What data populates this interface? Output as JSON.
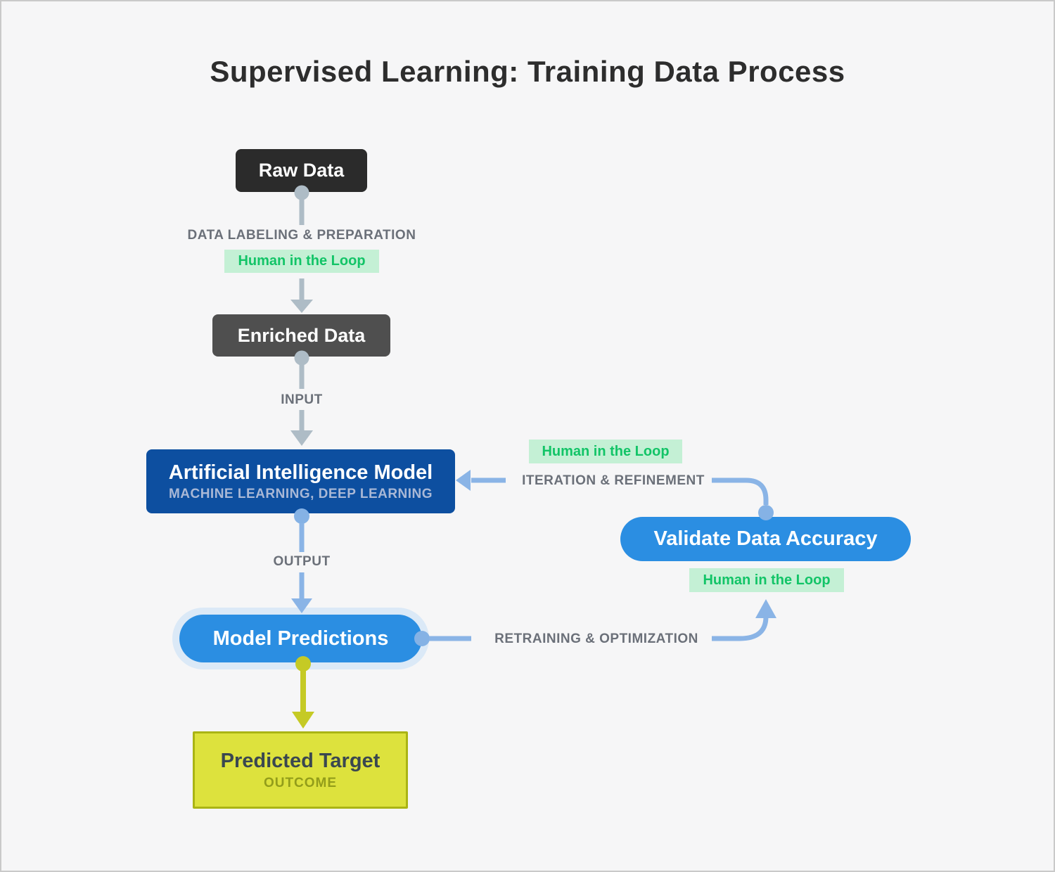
{
  "title": "Supervised Learning: Training Data Process",
  "nodes": {
    "raw_data": {
      "label": "Raw Data"
    },
    "enriched_data": {
      "label": "Enriched Data"
    },
    "ai_model": {
      "label": "Artificial Intelligence Model",
      "sublabel": "MACHINE LEARNING, DEEP LEARNING"
    },
    "validate": {
      "label": "Validate Data Accuracy"
    },
    "model_predictions": {
      "label": "Model Predictions"
    },
    "predicted_target": {
      "label": "Predicted Target",
      "sublabel": "OUTCOME"
    }
  },
  "edge_labels": {
    "labeling": "DATA LABELING & PREPARATION",
    "input": "INPUT",
    "iteration": "ITERATION & REFINEMENT",
    "output": "OUTPUT",
    "retraining": "RETRAINING & OPTIMIZATION"
  },
  "badge_label": "Human in the Loop",
  "colors": {
    "background": "#f6f6f7",
    "canvas_border": "#c9c9c9",
    "title_text": "#2d2d2d",
    "raw_data_bg": "#2b2b2b",
    "enriched_data_bg": "#4f4f4f",
    "node_text": "#ffffff",
    "gray_connector": "#aebcc6",
    "edge_label_text": "#6b7079",
    "hitl_badge_bg": "#c4f0d5",
    "hitl_badge_text": "#12c467",
    "ai_model_bg": "#0d4fa0",
    "ai_model_subtext": "#a9b8d6",
    "blue_connector": "#8ab4e6",
    "blue_pill_bg": "#2b8ee2",
    "predictions_halo": "#dbe9f7",
    "olive_connector": "#c5ca25",
    "predicted_target_bg": "#dde23d",
    "predicted_target_border": "#aab414",
    "predicted_target_text": "#3a4750",
    "outcome_subtext": "#939d1a"
  }
}
